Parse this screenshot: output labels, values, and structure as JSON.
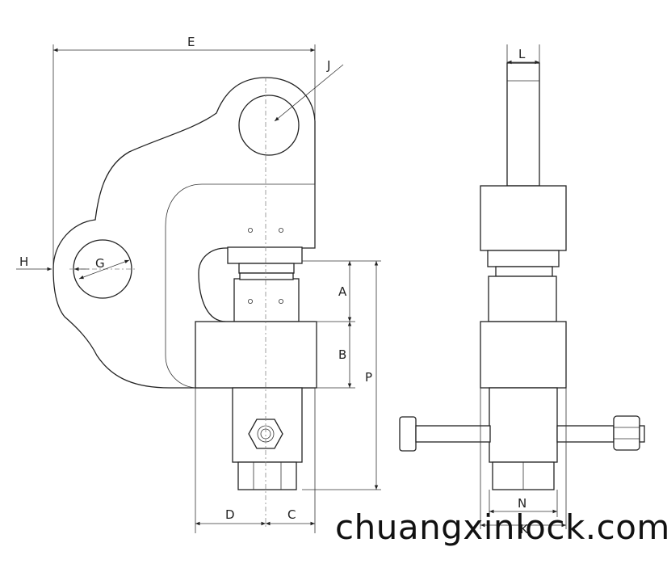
{
  "dimensions": {
    "E": "E",
    "J": "J",
    "H": "H",
    "G": "G",
    "A": "A",
    "B": "B",
    "P": "P",
    "D": "D",
    "C": "C",
    "L": "L",
    "N": "N",
    "K": "K"
  },
  "watermark": "chuangxinlock.com"
}
